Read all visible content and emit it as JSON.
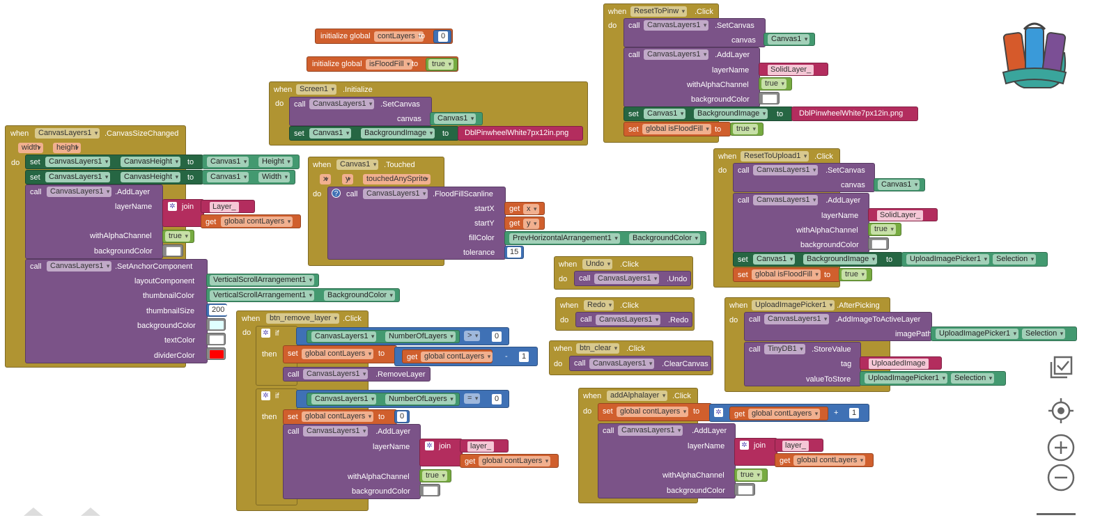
{
  "kw": {
    "when": "when",
    "do": "do",
    "call": "call",
    "set": "set",
    "to": "to",
    "get": "get",
    "if": "if",
    "then": "then",
    "join": "join",
    "init": "initialize global",
    "click": ".Click"
  },
  "globals": {
    "contLayers": {
      "name": "contLayers",
      "value": "0"
    },
    "isFloodFill": {
      "name": "isFloodFill",
      "value": "true"
    }
  },
  "screenInit": {
    "component": "Screen1",
    "event": ".Initialize",
    "method": ".SetCanvas",
    "target": "CanvasLayers1",
    "param": "canvas",
    "canvas": "Canvas1",
    "setComp": "Canvas1",
    "prop": "BackgroundImage",
    "file": "DblPinwheelWhite7px12in.png"
  },
  "canvasSize": {
    "component": "CanvasLayers1",
    "event": ".CanvasSizeChanged",
    "params": [
      "width",
      "height"
    ],
    "sets": [
      {
        "comp": "CanvasLayers1",
        "prop": "CanvasHeight",
        "srcComp": "Canvas1",
        "srcProp": "Height"
      },
      {
        "comp": "CanvasLayers1",
        "prop": "CanvasHeight",
        "srcComp": "Canvas1",
        "srcProp": "Width"
      }
    ],
    "addLayer": {
      "method": ".AddLayer",
      "layerName": "layerName",
      "joinStr": "Layer_",
      "getVar": "global contLayers",
      "alpha": "withAlphaChannel",
      "alphaVal": "true",
      "bg": "backgroundColor"
    },
    "anchor": {
      "method": ".SetAnchorComponent",
      "layoutComponent": "layoutComponent",
      "layoutVal": "VerticalScrollArrangement1",
      "thumbnailColor": "thumbnailColor",
      "thumbComp": "VerticalScrollArrangement1",
      "thumbProp": "BackgroundColor",
      "thumbnailSize": "thumbnailSize",
      "thumbSizeVal": "200",
      "backgroundColor": "backgroundColor",
      "textColor": "textColor",
      "dividerColor": "dividerColor"
    }
  },
  "touched": {
    "component": "Canvas1",
    "event": ".Touched",
    "params": [
      "x",
      "y",
      "touchedAnySprite"
    ],
    "method": ".FloodFillScanline",
    "startX": "startX",
    "startY": "startY",
    "fillColor": "fillColor",
    "tolerance": "tolerance",
    "getX": "x",
    "getY": "y",
    "fillComp": "PrevHorizontalArrangement1",
    "fillProp": "BackgroundColor",
    "tolVal": "15"
  },
  "removeLayer": {
    "component": "btn_remove_layer",
    "prop": "NumberOfLayers",
    "gt": ">",
    "eq": "=",
    "zero": "0",
    "setVar": "global contLayers",
    "getVar": "global contLayers",
    "minus": "-",
    "one": "1",
    "removeMethod": ".RemoveLayer",
    "addMethod": ".AddLayer",
    "layerName": "layerName",
    "joinStr": "layer_",
    "alpha": "withAlphaChannel",
    "alphaVal": "true",
    "bg": "backgroundColor"
  },
  "resetPinw": {
    "component": "ResetToPinw",
    "method": ".SetCanvas",
    "param": "canvas",
    "canvas": "Canvas1",
    "addMethod": ".AddLayer",
    "layerName": "layerName",
    "layerStr": "SolidLayer_",
    "alpha": "withAlphaChannel",
    "alphaVal": "true",
    "bg": "backgroundColor",
    "setComp": "Canvas1",
    "prop": "BackgroundImage",
    "file": "DblPinwheelWhite7px12in.png",
    "setVar": "global isFloodFill",
    "varVal": "true"
  },
  "resetUpload": {
    "component": "ResetToUpload1",
    "method": ".SetCanvas",
    "param": "canvas",
    "canvas": "Canvas1",
    "addMethod": ".AddLayer",
    "layerName": "layerName",
    "layerStr": "SolidLayer_",
    "alpha": "withAlphaChannel",
    "alphaVal": "true",
    "bg": "backgroundColor",
    "setComp": "Canvas1",
    "prop": "BackgroundImage",
    "srcComp": "UploadImagePicker1",
    "srcProp": "Selection",
    "setVar": "global isFloodFill",
    "varVal": "true"
  },
  "undo": {
    "component": "Undo",
    "method": ".Undo"
  },
  "redo": {
    "component": "Redo",
    "method": ".Redo"
  },
  "clear": {
    "component": "btn_clear",
    "method": ".ClearCanvas"
  },
  "afterPicking": {
    "component": "UploadImagePicker1",
    "event": ".AfterPicking",
    "method": ".AddImageToActiveLayer",
    "imagePath": "imagePath",
    "srcComp": "UploadImagePicker1",
    "srcProp": "Selection",
    "db": "TinyDB1",
    "dbMethod": ".StoreValue",
    "tag": "tag",
    "tagStr": "UploadedImage",
    "valueToStore": "valueToStore"
  },
  "addAlpha": {
    "component": "addAlphalayer",
    "setVar": "global contLayers",
    "getVar": "global contLayers",
    "plus": "+",
    "one": "1",
    "method": ".AddLayer",
    "layerName": "layerName",
    "joinStr": "layer_",
    "alpha": "withAlphaChannel",
    "alphaVal": "true",
    "bg": "backgroundColor"
  },
  "colors": {
    "bgThumb": "#e0ffff",
    "textColor": "#ffffff",
    "divider": "#ff0000"
  },
  "tools": [
    "backpack-icon",
    "checklist-icon",
    "recenter-icon",
    "zoom-in-icon",
    "zoom-out-icon"
  ]
}
